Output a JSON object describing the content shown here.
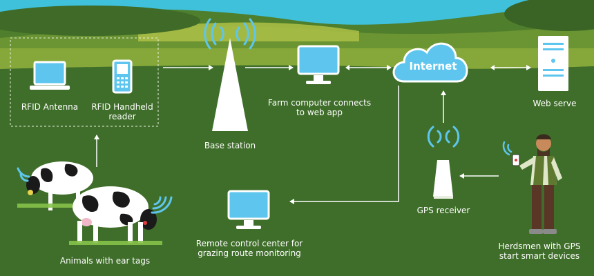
{
  "labels": {
    "rfid_antenna": "RFID Antenna",
    "rfid_handheld_line1": "RFID Handheld",
    "rfid_handheld_line2": "reader",
    "base_station": "Base station",
    "farm_computer_line1": "Farm computer connects",
    "farm_computer_line2": "to web app",
    "internet": "Internet",
    "web_server": "Web serve",
    "gps_receiver": "GPS receiver",
    "remote_control_line1": "Remote control center for",
    "remote_control_line2": "grazing route monitoring",
    "animals": "Animals with ear tags",
    "herdsmen_line1": "Herdsmen with GPS",
    "herdsmen_line2": "start smart devices"
  },
  "icons": [
    "laptop-icon",
    "handheld-reader-icon",
    "antenna-tower-icon",
    "monitor-icon",
    "cloud-icon",
    "server-icon",
    "gps-receiver-icon",
    "cow-icon",
    "person-icon",
    "wifi-signal-icon",
    "smartphone-icon"
  ],
  "colors": {
    "sky": "#3fc1dc",
    "grass_dark": "#3f6e2a",
    "grass_light": "#7fa13a",
    "accent_blue": "#5ec6ee",
    "line_white": "#ffffff"
  }
}
